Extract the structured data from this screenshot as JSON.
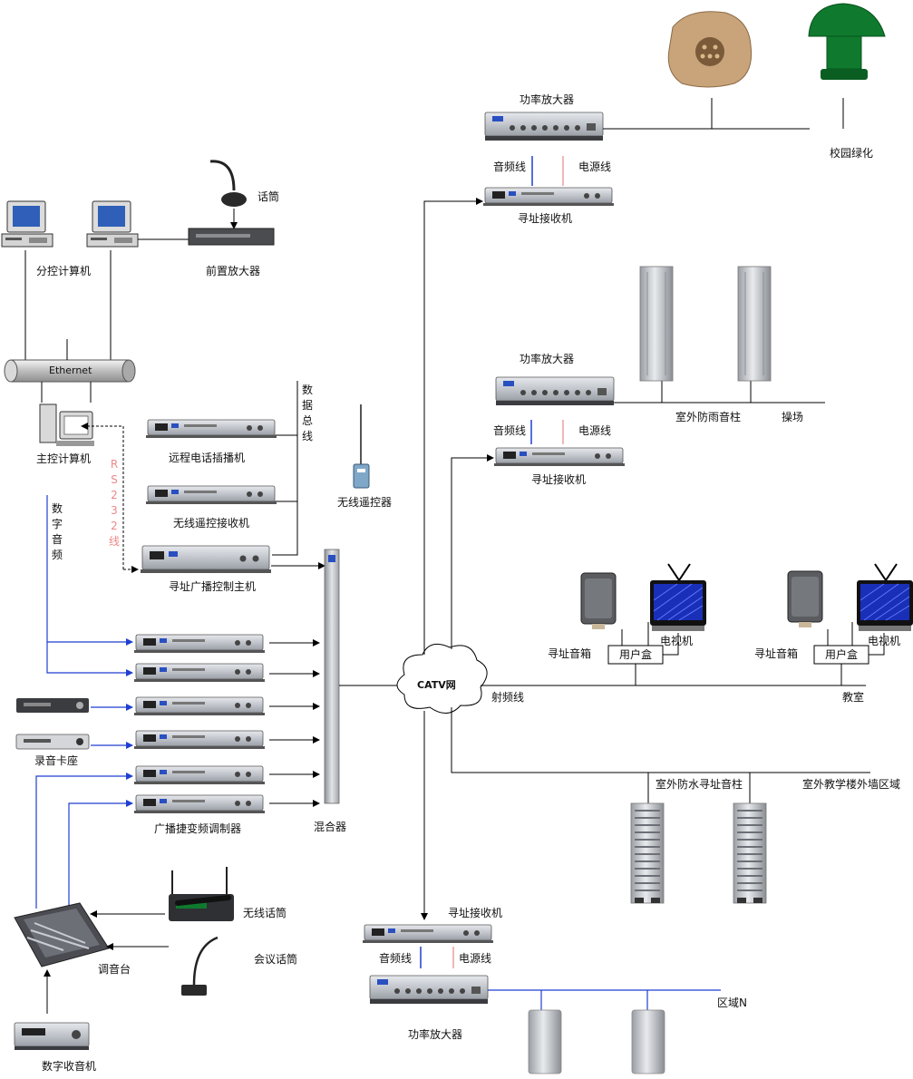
{
  "labels": {
    "power_amp_1": "功率放大器",
    "audio_line_1": "音频线",
    "power_line_1": "电源线",
    "receiver_1": "寻址接收机",
    "campus_green": "校园绿化",
    "microphone": "话筒",
    "preamp": "前置放大器",
    "sub_computer": "分控计算机",
    "ethernet": "Ethernet",
    "main_computer": "主控计算机",
    "digital_audio": "数字音频",
    "rs232": "RS232线",
    "data_bus": "数据总线",
    "remote_phone": "远程电话插播机",
    "wireless_remote": "无线遥控器",
    "wireless_receiver": "无线遥控接收机",
    "control_host": "寻址广播控制主机",
    "power_amp_2": "功率放大器",
    "audio_line_2": "音频线",
    "power_line_2": "电源线",
    "receiver_2": "寻址接收机",
    "outdoor_rain_column": "室外防雨音柱",
    "playground": "操场",
    "addr_speaker_1": "寻址音箱",
    "user_box_1": "用户盒",
    "tv_1": "电视机",
    "addr_speaker_2": "寻址音箱",
    "user_box_2": "用户盒",
    "tv_2": "电视机",
    "catv": "CATV网",
    "rf_line": "射频线",
    "classroom": "教室",
    "tape_deck": "录音卡座",
    "outdoor_water_column": "室外防水寻址音柱",
    "outdoor_teaching_area": "室外教学楼外墙区域",
    "modulator": "广播捷变频调制器",
    "mixer": "混合器",
    "wireless_mic": "无线话筒",
    "receiver_3": "寻址接收机",
    "conference_mic": "会议话筒",
    "console": "调音台",
    "audio_line_3": "音频线",
    "power_line_3": "电源线",
    "zone_n": "区域N",
    "power_amp_3": "功率放大器",
    "digital_radio": "数字收音机"
  },
  "colors": {
    "blue_line": "#1f3fd1",
    "red_line": "#e8a0a0",
    "device_silver": "#c8cbd0",
    "device_dark": "#3a3c40",
    "tv_screen": "#1a2fb8",
    "green_speaker": "#0f7a2e",
    "rock": "#c9a47a"
  }
}
